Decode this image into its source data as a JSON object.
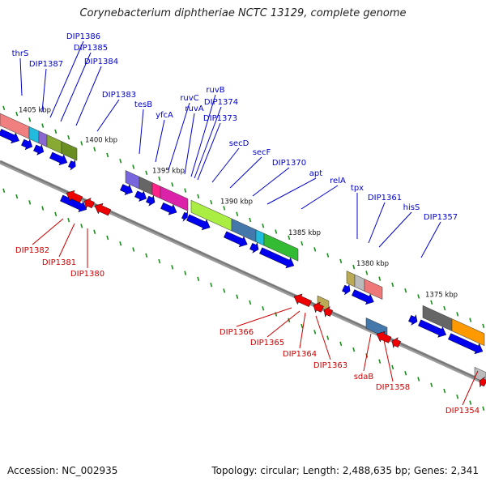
{
  "title": "Corynebacterium diphtheriae NCTC 13129, complete genome",
  "footer": {
    "accession": "Accession: NC_002935",
    "summary": "Topology: circular; Length: 2,488,635 bp; Genes: 2,341"
  },
  "colors": {
    "forward_label": "#0000cc",
    "reverse_label": "#cc0000",
    "forward_arrow": "#0000ee",
    "reverse_arrow": "#ee0000",
    "backbone": "#777777",
    "gc_ticks": "#1f8a1f"
  },
  "position_labels": [
    "1405 kbp",
    "1400 kbp",
    "1395 kbp",
    "1390 kbp",
    "1385 kbp",
    "1380 kbp",
    "1375 kbp"
  ],
  "forward_genes": [
    "thrS",
    "DIP1387",
    "DIP1386",
    "DIP1385",
    "DIP1384",
    "DIP1383",
    "tesB",
    "yfcA",
    "ruvC",
    "ruvA",
    "ruvB",
    "DIP1374",
    "DIP1373",
    "secD",
    "secF",
    "DIP1370",
    "apt",
    "relA",
    "tpx",
    "DIP1361",
    "hisS",
    "DIP1357"
  ],
  "reverse_genes": [
    "DIP1382",
    "DIP1381",
    "DIP1380",
    "DIP1366",
    "DIP1365",
    "DIP1364",
    "DIP1363",
    "sdaB",
    "DIP1358",
    "DIP1354"
  ]
}
